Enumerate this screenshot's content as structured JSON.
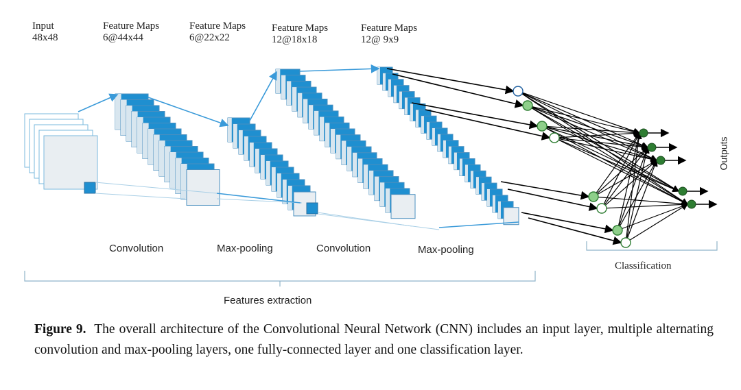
{
  "headers": [
    {
      "line1": "Input",
      "line2": "48x48"
    },
    {
      "line1": "Feature Maps",
      "line2": "6@44x44"
    },
    {
      "line1": "Feature Maps",
      "line2": "6@22x22"
    },
    {
      "line1": "Feature Maps",
      "line2": "12@18x18"
    },
    {
      "line1": "Feature Maps",
      "line2": "12@ 9x9"
    }
  ],
  "stages": {
    "conv1": "Convolution",
    "pool1": "Max-pooling",
    "conv2": "Convolution",
    "pool2": "Max-pooling",
    "features": "Features extraction",
    "classification": "Classification",
    "outputs": "Outputs"
  },
  "caption": {
    "label": "Figure 9.",
    "text": "The overall architecture of the Convolutional Neural Network (CNN) includes an input layer, multiple alternating convolution and max-pooling layers, one fully-connected layer and one classification layer."
  },
  "colors": {
    "map_fill": "#1f8fd0",
    "map_light": "#e9eef2",
    "arrow_blue": "#3a9ad9",
    "node_green": "#8ecf8a",
    "node_dark_green": "#2e7d32",
    "node_outline": "#1f5f9f",
    "bracket": "#8fb3c9"
  }
}
